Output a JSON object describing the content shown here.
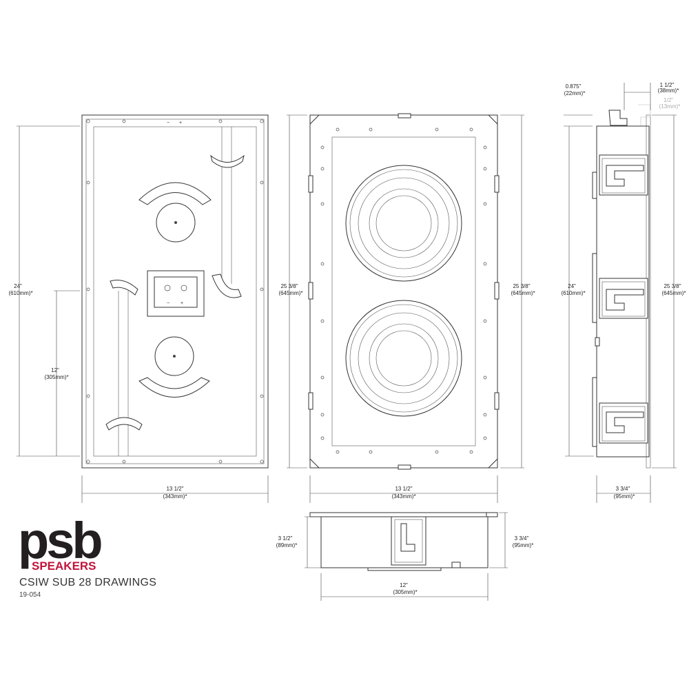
{
  "brand": {
    "logo_text": "psb",
    "logo_sub": "SPEAKERS"
  },
  "document": {
    "title": "CSIW SUB 28 DRAWINGS",
    "number": "19-054"
  },
  "colors": {
    "brand_red": "#c0143c",
    "logo_black": "#231f20",
    "line": "#333333"
  },
  "dimensions": {
    "back_height_in": "24\"",
    "back_height_mm": "(610mm)*",
    "back_half_in": "12\"",
    "back_half_mm": "(305mm)*",
    "back_width_in": "13 1/2\"",
    "back_width_mm": "(343mm)*",
    "front_height_left_in": "25 3/8\"",
    "front_height_left_mm": "(645mm)*",
    "front_height_right_in": "25 3/8\"",
    "front_height_right_mm": "(645mm)*",
    "front_width_in": "13 1/2\"",
    "front_width_mm": "(343mm)*",
    "side_flange_in": "0.875\"",
    "side_flange_mm": "(22mm)*",
    "side_top_in": "1 1/2\"",
    "side_top_mm": "(38mm)*",
    "side_half_in": "1/2\"",
    "side_half_mm": "(13mm)*",
    "side_height_in": "24\"",
    "side_height_mm": "(610mm)*",
    "side_total_in": "25 3/8\"",
    "side_total_mm": "(645mm)*",
    "side_depth_in": "3 3/4\"",
    "side_depth_mm": "(95mm)*",
    "bottom_depth_left_in": "3 1/2\"",
    "bottom_depth_left_mm": "(89mm)*",
    "bottom_depth_right_in": "3 3/4\"",
    "bottom_depth_right_mm": "(95mm)*",
    "bottom_width_in": "12\"",
    "bottom_width_mm": "(305mm)*"
  },
  "terminal": {
    "minus": "−",
    "plus": "+"
  }
}
